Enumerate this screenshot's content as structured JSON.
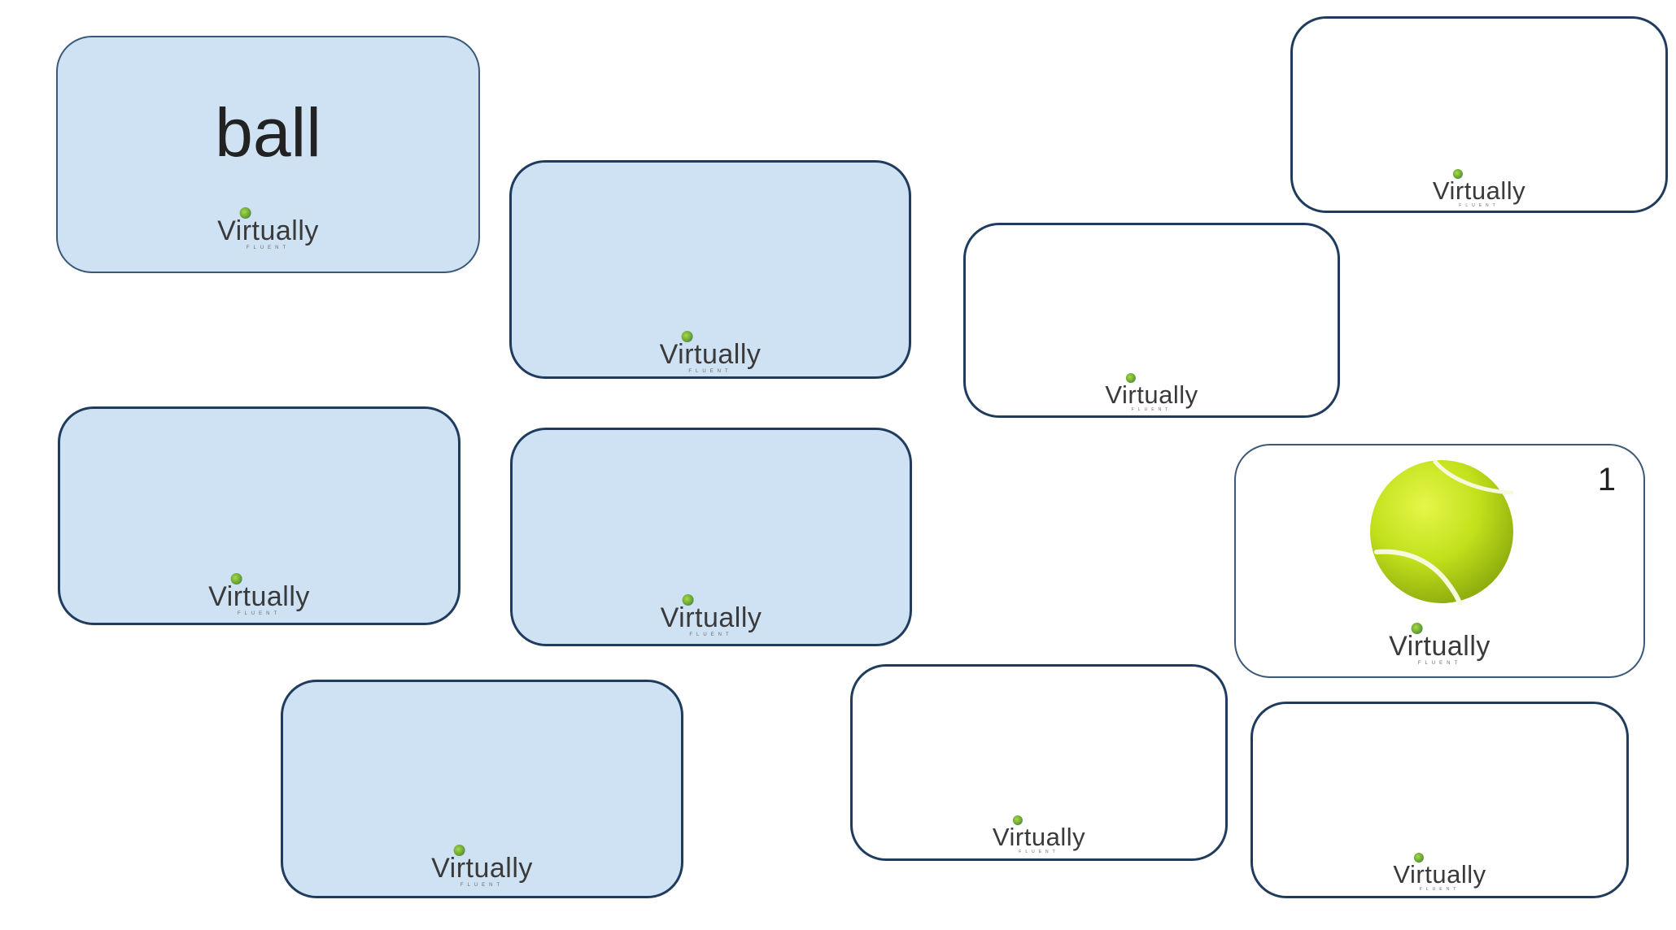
{
  "game": {
    "logo_text": "Virtually",
    "logo_subtext": "FLUENT",
    "cards": [
      {
        "id": "card-1",
        "state": "face-up",
        "color": "blue",
        "word": "ball"
      },
      {
        "id": "card-2",
        "state": "face-down",
        "color": "blue"
      },
      {
        "id": "card-3",
        "state": "face-down",
        "color": "white"
      },
      {
        "id": "card-4",
        "state": "face-down",
        "color": "white"
      },
      {
        "id": "card-5",
        "state": "face-down",
        "color": "blue"
      },
      {
        "id": "card-6",
        "state": "face-down",
        "color": "blue"
      },
      {
        "id": "card-7",
        "state": "face-up",
        "color": "white",
        "number": "1",
        "image": "tennis-ball"
      },
      {
        "id": "card-8",
        "state": "face-down",
        "color": "blue"
      },
      {
        "id": "card-9",
        "state": "face-down",
        "color": "white"
      },
      {
        "id": "card-10",
        "state": "face-down",
        "color": "white"
      }
    ]
  },
  "colors": {
    "card_blue": "#cfe2f3",
    "card_white": "#ffffff",
    "card_border": "#1f3c5e",
    "ball_yellow": "#c7e81c"
  }
}
